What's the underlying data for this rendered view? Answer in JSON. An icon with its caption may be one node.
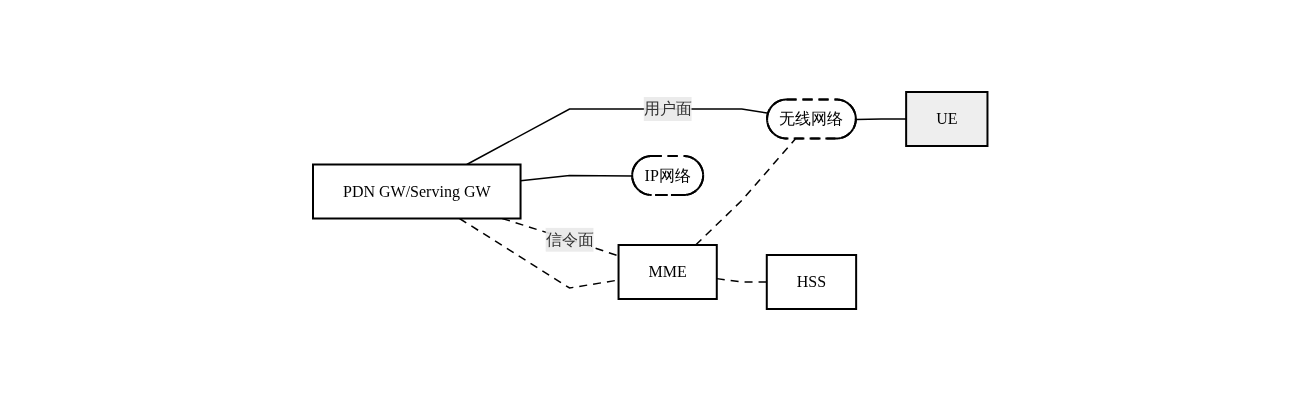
{
  "diagram": {
    "nodes": [
      {
        "text": [
          "PDN GW/Serving GW"
        ]
      },
      {
        "text": [
          "无线网络"
        ]
      },
      {
        "text": [
          "MME"
        ]
      },
      {
        "text": [
          "HSS"
        ]
      },
      {
        "text": [
          "IP网络"
        ]
      },
      {
        "text": [
          "UE"
        ]
      }
    ],
    "edges": [
      {
        "from": 0,
        "to": 1,
        "arrow": "none",
        "label": "用户面"
      },
      {
        "from": 0,
        "to": 2,
        "arrow": "none",
        "style": "dashed",
        "label": "信令面"
      },
      {
        "from": 0,
        "to": 2,
        "arrow": "none",
        "style": "dashed"
      },
      {
        "from": 2,
        "to": 1,
        "arrow": "none",
        "style": "dashed"
      },
      {
        "from": 2,
        "to": 3,
        "arrow": "none",
        "style": "dashed"
      },
      {
        "from": 0,
        "to": 4,
        "arrow": "none"
      },
      {
        "from": 1,
        "to": 5,
        "arrow": "none"
      }
    ]
  }
}
